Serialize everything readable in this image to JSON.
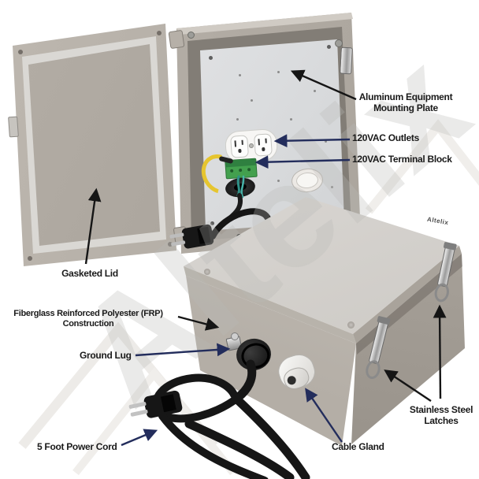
{
  "product_photo": {
    "watermark_text": "Altelix",
    "lid_logo_text": "Altelix"
  },
  "annotations": {
    "mounting_plate": {
      "line1": "Aluminum Equipment",
      "line2": "Mounting Plate"
    },
    "outlets": {
      "line1": "120VAC Outlets"
    },
    "terminal_block": {
      "line1": "120VAC Terminal Block"
    },
    "gasketed_lid": {
      "line1": "Gasketed Lid"
    },
    "frp": {
      "line1": "Fiberglass Reinforced Polyester (FRP)",
      "line2": "Construction"
    },
    "ground_lug": {
      "line1": "Ground Lug"
    },
    "power_cord": {
      "line1": "5 Foot Power Cord"
    },
    "cable_gland": {
      "line1": "Cable Gland"
    },
    "latches": {
      "line1": "Stainless Steel",
      "line2": "Latches"
    }
  },
  "colors": {
    "arrow_navy": "#232d5c",
    "arrow_black": "#151515",
    "label_text": "#1a1a1a",
    "enclosure_gray": "#b3ada5",
    "lid_light_gray": "#d6d3cf",
    "mounting_plate_silver": "#dfe1e3",
    "terminal_block_green": "#43a04e",
    "ground_wire_yellow": "#e6c52f",
    "power_cord_black": "#161616",
    "watermark_gray": "#dddbd8"
  }
}
